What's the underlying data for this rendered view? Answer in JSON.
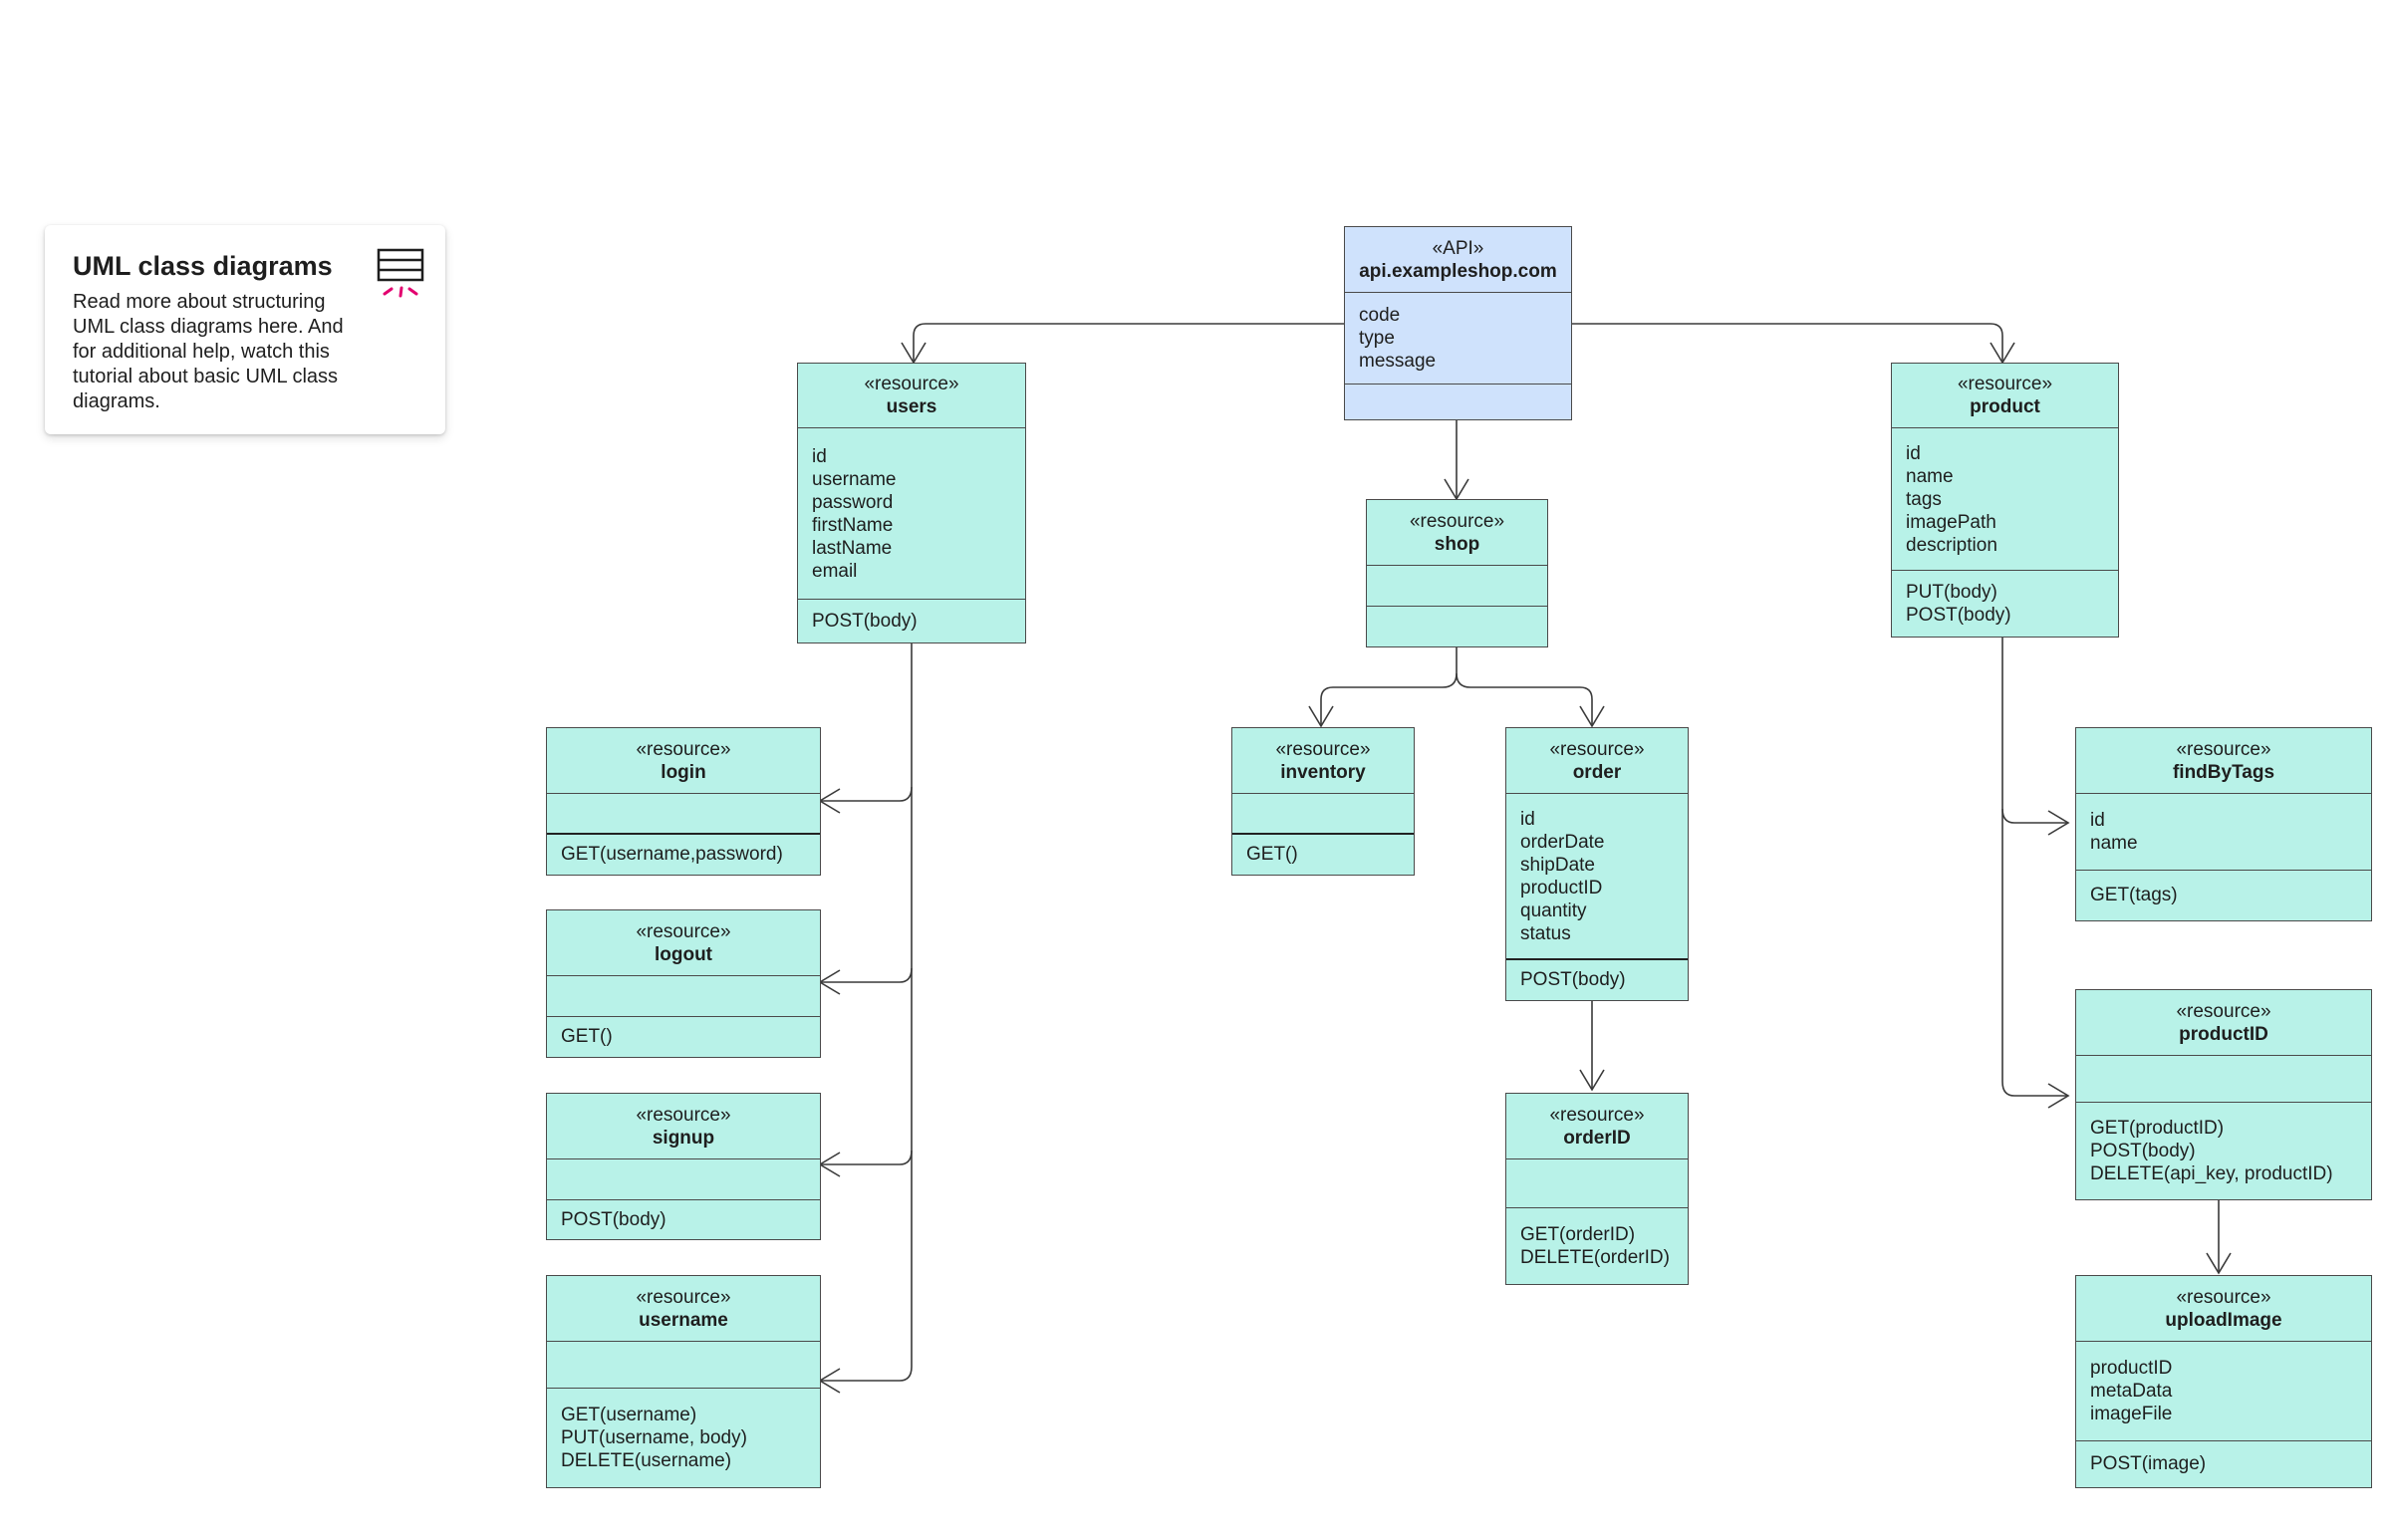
{
  "info_card": {
    "title": "UML class diagrams",
    "body": "Read more about structuring UML class diagrams here. And for additional help, watch this tutorial about basic UML class diagrams.",
    "icon": "class-diagram-icon"
  },
  "colors": {
    "resource_fill": "#b8f2e8",
    "api_fill": "#cfe2fc",
    "border": "#4a4a4a",
    "accent": "#e3006f"
  },
  "classes": {
    "api": {
      "stereotype": "«API»",
      "name": "api.exampleshop.com",
      "attributes": [
        "code",
        "type",
        "message"
      ],
      "operations": []
    },
    "users": {
      "stereotype": "«resource»",
      "name": "users",
      "attributes": [
        "id",
        "username",
        "password",
        "firstName",
        "lastName",
        "email"
      ],
      "operations": [
        "POST(body)"
      ]
    },
    "shop": {
      "stereotype": "«resource»",
      "name": "shop",
      "attributes": [],
      "operations": []
    },
    "product": {
      "stereotype": "«resource»",
      "name": "product",
      "attributes": [
        "id",
        "name",
        "tags",
        "imagePath",
        "description"
      ],
      "operations": [
        "PUT(body)",
        "POST(body)"
      ]
    },
    "login": {
      "stereotype": "«resource»",
      "name": "login",
      "attributes": [],
      "operations": [
        "GET(username,password)"
      ]
    },
    "logout": {
      "stereotype": "«resource»",
      "name": "logout",
      "attributes": [],
      "operations": [
        "GET()"
      ]
    },
    "signup": {
      "stereotype": "«resource»",
      "name": "signup",
      "attributes": [],
      "operations": [
        "POST(body)"
      ]
    },
    "username": {
      "stereotype": "«resource»",
      "name": "username",
      "attributes": [],
      "operations": [
        "GET(username)",
        "PUT(username, body)",
        "DELETE(username)"
      ]
    },
    "inventory": {
      "stereotype": "«resource»",
      "name": "inventory",
      "attributes": [],
      "operations": [
        "GET()"
      ]
    },
    "order": {
      "stereotype": "«resource»",
      "name": "order",
      "attributes": [
        "id",
        "orderDate",
        "shipDate",
        "productID",
        "quantity",
        "status"
      ],
      "operations": [
        "POST(body)"
      ]
    },
    "orderID": {
      "stereotype": "«resource»",
      "name": "orderID",
      "attributes": [],
      "operations": [
        "GET(orderID)",
        "DELETE(orderID)"
      ]
    },
    "findByTags": {
      "stereotype": "«resource»",
      "name": "findByTags",
      "attributes": [
        "id",
        "name"
      ],
      "operations": [
        "GET(tags)"
      ]
    },
    "productID": {
      "stereotype": "«resource»",
      "name": "productID",
      "attributes": [],
      "operations": [
        "GET(productID)",
        "POST(body)",
        "DELETE(api_key, productID)"
      ]
    },
    "uploadImage": {
      "stereotype": "«resource»",
      "name": "uploadImage",
      "attributes": [
        "productID",
        "metaData",
        "imageFile"
      ],
      "operations": [
        "POST(image)"
      ]
    }
  },
  "connections": [
    {
      "from": "api",
      "to": "users"
    },
    {
      "from": "api",
      "to": "shop"
    },
    {
      "from": "api",
      "to": "product"
    },
    {
      "from": "users",
      "to": "login"
    },
    {
      "from": "users",
      "to": "logout"
    },
    {
      "from": "users",
      "to": "signup"
    },
    {
      "from": "users",
      "to": "username"
    },
    {
      "from": "shop",
      "to": "inventory"
    },
    {
      "from": "shop",
      "to": "order"
    },
    {
      "from": "order",
      "to": "orderID"
    },
    {
      "from": "product",
      "to": "findByTags"
    },
    {
      "from": "product",
      "to": "productID"
    },
    {
      "from": "productID",
      "to": "uploadImage"
    }
  ]
}
